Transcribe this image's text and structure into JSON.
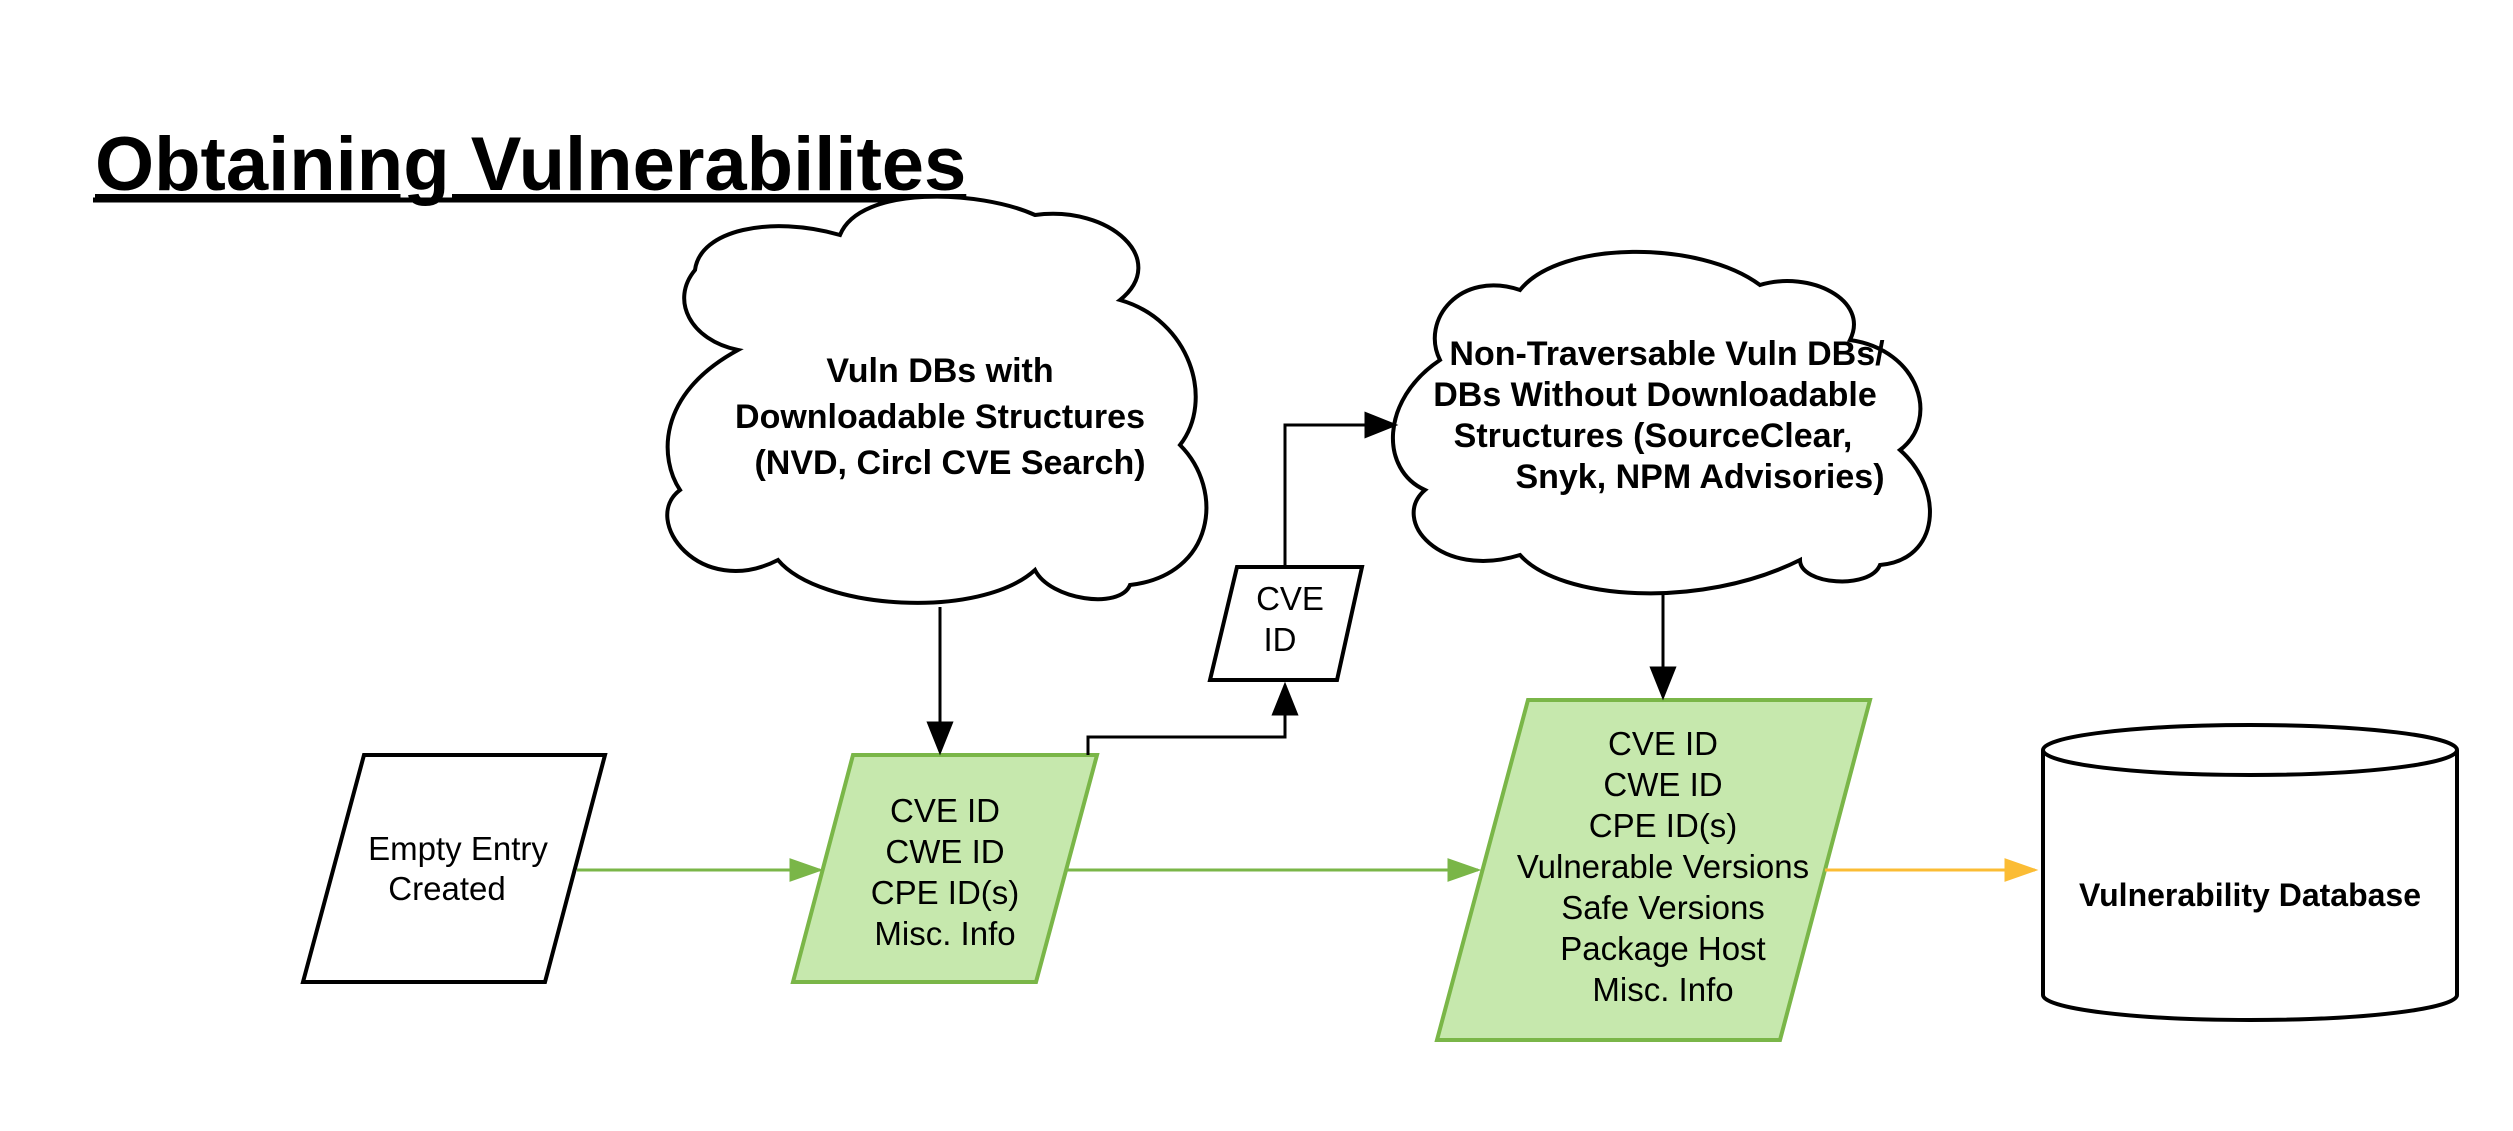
{
  "title": "Obtaining Vulnerabilites",
  "colors": {
    "stroke": "#000000",
    "green_fill": "#c6e8ad",
    "green_stroke": "#7ab648",
    "yellow_arrow": "#fbbc34",
    "background": "#ffffff"
  },
  "nodes": {
    "empty_entry": {
      "lines": [
        "Empty Entry",
        "Created"
      ]
    },
    "initial_record": {
      "lines": [
        "CVE ID",
        "CWE ID",
        "CPE ID(s)",
        "Misc. Info"
      ]
    },
    "cve_id_token": {
      "lines": [
        "CVE",
        "ID"
      ]
    },
    "full_record": {
      "lines": [
        "CVE ID",
        "CWE ID",
        "CPE ID(s)",
        "Vulnerable Versions",
        "Safe Versions",
        "Package Host",
        "Misc. Info"
      ]
    },
    "vuln_database": {
      "lines": [
        "Vulnerability Database"
      ]
    },
    "cloud_downloadable": {
      "lines": [
        "Vuln DBs with",
        "Downloadable Structures",
        "(NVD, Circl CVE Search)"
      ]
    },
    "cloud_non_traversable": {
      "lines": [
        "Non-Traversable Vuln DBs/",
        "DBs Without Downloadable",
        "Structures (SourceClear,",
        "Snyk, NPM Advisories)"
      ]
    }
  }
}
